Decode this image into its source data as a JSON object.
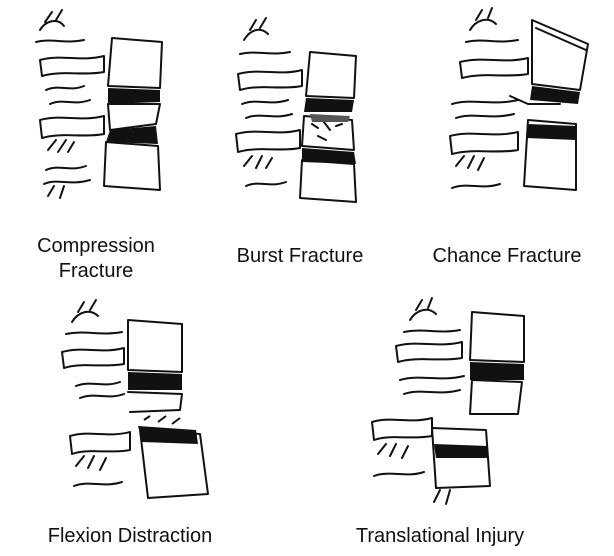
{
  "panels": [
    {
      "id": "compression",
      "caption": [
        "Compression",
        "Fracture"
      ]
    },
    {
      "id": "burst",
      "caption": [
        "Burst Fracture"
      ]
    },
    {
      "id": "chance",
      "caption": [
        "Chance Fracture"
      ]
    },
    {
      "id": "flexion-distraction",
      "caption": [
        "Flexion Distraction"
      ]
    },
    {
      "id": "translational",
      "caption": [
        "Translational Injury"
      ]
    }
  ],
  "colors": {
    "ink": "#111111",
    "background": "#ffffff"
  }
}
